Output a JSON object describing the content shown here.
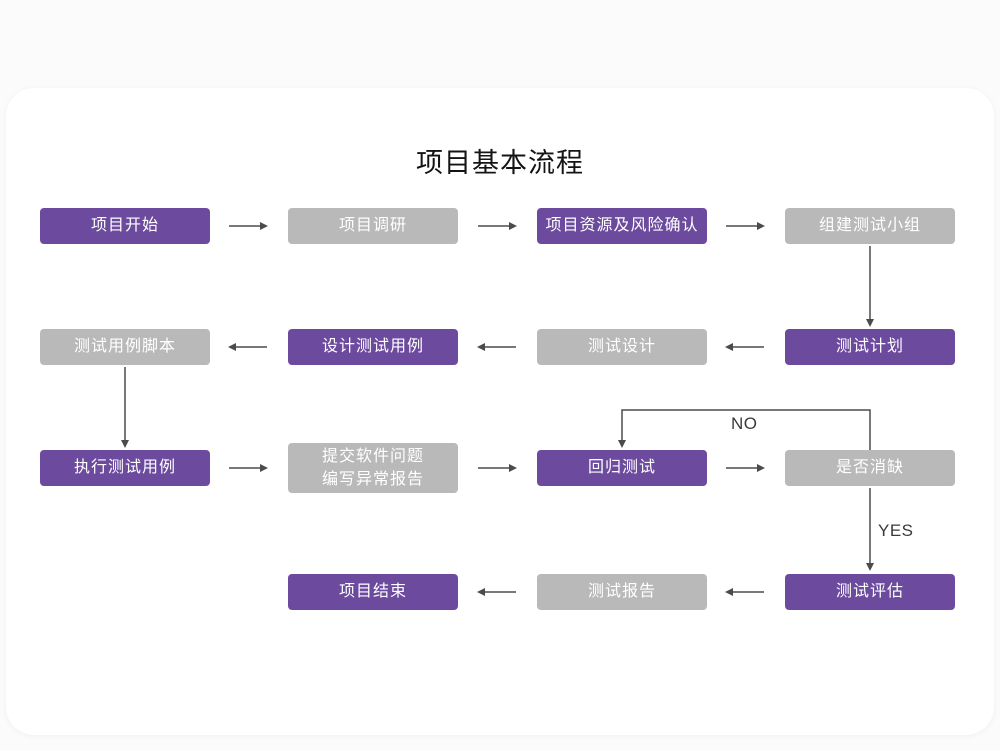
{
  "title": "项目基本流程",
  "colors": {
    "purple": "#6C4B9E",
    "gray": "#B9B9B9",
    "arrow": "#4B4B4B",
    "card_background": "#FFFFFF"
  },
  "edge_labels": {
    "no": "NO",
    "yes": "YES"
  },
  "nodes": [
    {
      "id": "project-start",
      "label": "项目开始",
      "variant": "purple"
    },
    {
      "id": "project-research",
      "label": "项目调研",
      "variant": "gray"
    },
    {
      "id": "resource-risk-confirm",
      "label": "项目资源及风险确认",
      "variant": "purple"
    },
    {
      "id": "build-test-team",
      "label": "组建测试小组",
      "variant": "gray"
    },
    {
      "id": "test-case-script",
      "label": "测试用例脚本",
      "variant": "gray"
    },
    {
      "id": "design-test-case",
      "label": "设计测试用例",
      "variant": "purple"
    },
    {
      "id": "test-design",
      "label": "测试设计",
      "variant": "gray"
    },
    {
      "id": "test-plan",
      "label": "测试计划",
      "variant": "purple"
    },
    {
      "id": "execute-test-case",
      "label": "执行测试用例",
      "variant": "purple"
    },
    {
      "id": "submit-issue-report",
      "label": "提交软件问题\n编写异常报告",
      "variant": "gray"
    },
    {
      "id": "regression-test",
      "label": "回归测试",
      "variant": "purple"
    },
    {
      "id": "defect-cleared",
      "label": "是否消缺",
      "variant": "gray"
    },
    {
      "id": "project-end",
      "label": "项目结束",
      "variant": "purple"
    },
    {
      "id": "test-report",
      "label": "测试报告",
      "variant": "gray"
    },
    {
      "id": "test-evaluation",
      "label": "测试评估",
      "variant": "purple"
    }
  ]
}
